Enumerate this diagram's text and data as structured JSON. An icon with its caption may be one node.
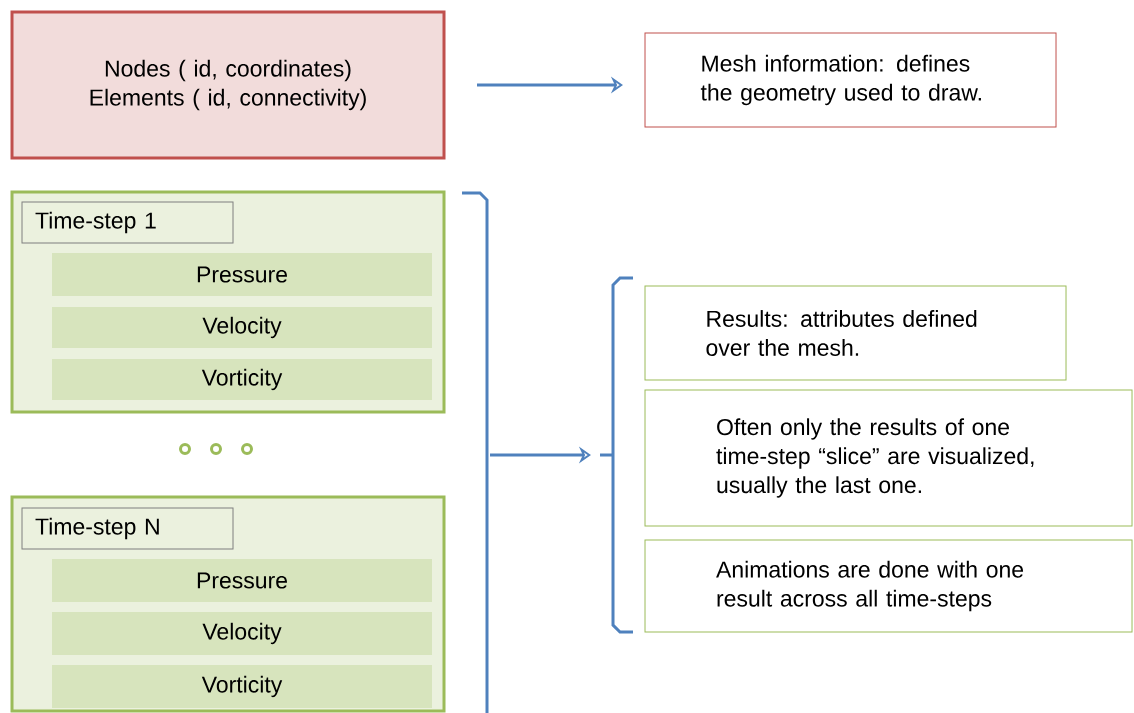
{
  "diagram": {
    "nodes": [
      {
        "text": [
          "Nodes ( id, coordinates)",
          "Elements ( id, connectivity)"
        ]
      },
      {
        "text": [
          "Mesh information: defines the geometry used to draw."
        ]
      },
      {
        "text": [],
        "shape": "box"
      },
      {
        "text": [
          "Time-step 1"
        ],
        "in": 2
      },
      {
        "text": [
          "Pressure"
        ],
        "in": 2
      },
      {
        "text": [
          "Velocity"
        ],
        "in": 2
      },
      {
        "text": [
          "Vorticity"
        ],
        "in": 2
      },
      {
        "text": [],
        "shape": "box"
      },
      {
        "text": [
          "Time-step N"
        ],
        "in": 7
      },
      {
        "text": [
          "Pressure"
        ],
        "in": 7
      },
      {
        "text": [
          "Velocity"
        ],
        "in": 7
      },
      {
        "text": [
          "Vorticity"
        ],
        "in": 7
      },
      {
        "text": [],
        "shape": "bracket"
      },
      {
        "text": [],
        "shape": "bracket"
      },
      {
        "text": [
          "Results: attributes defined over the mesh."
        ]
      },
      {
        "text": [
          "Often only the results of one time-step “slice” are visualized, usually the last one."
        ]
      },
      {
        "text": [
          "Animations are done with one result across all time-steps"
        ]
      }
    ],
    "edges": [
      {
        "from": 0,
        "to": 1,
        "arrow": "to"
      },
      {
        "from": 12,
        "to": 13,
        "arrow": "to"
      }
    ]
  }
}
